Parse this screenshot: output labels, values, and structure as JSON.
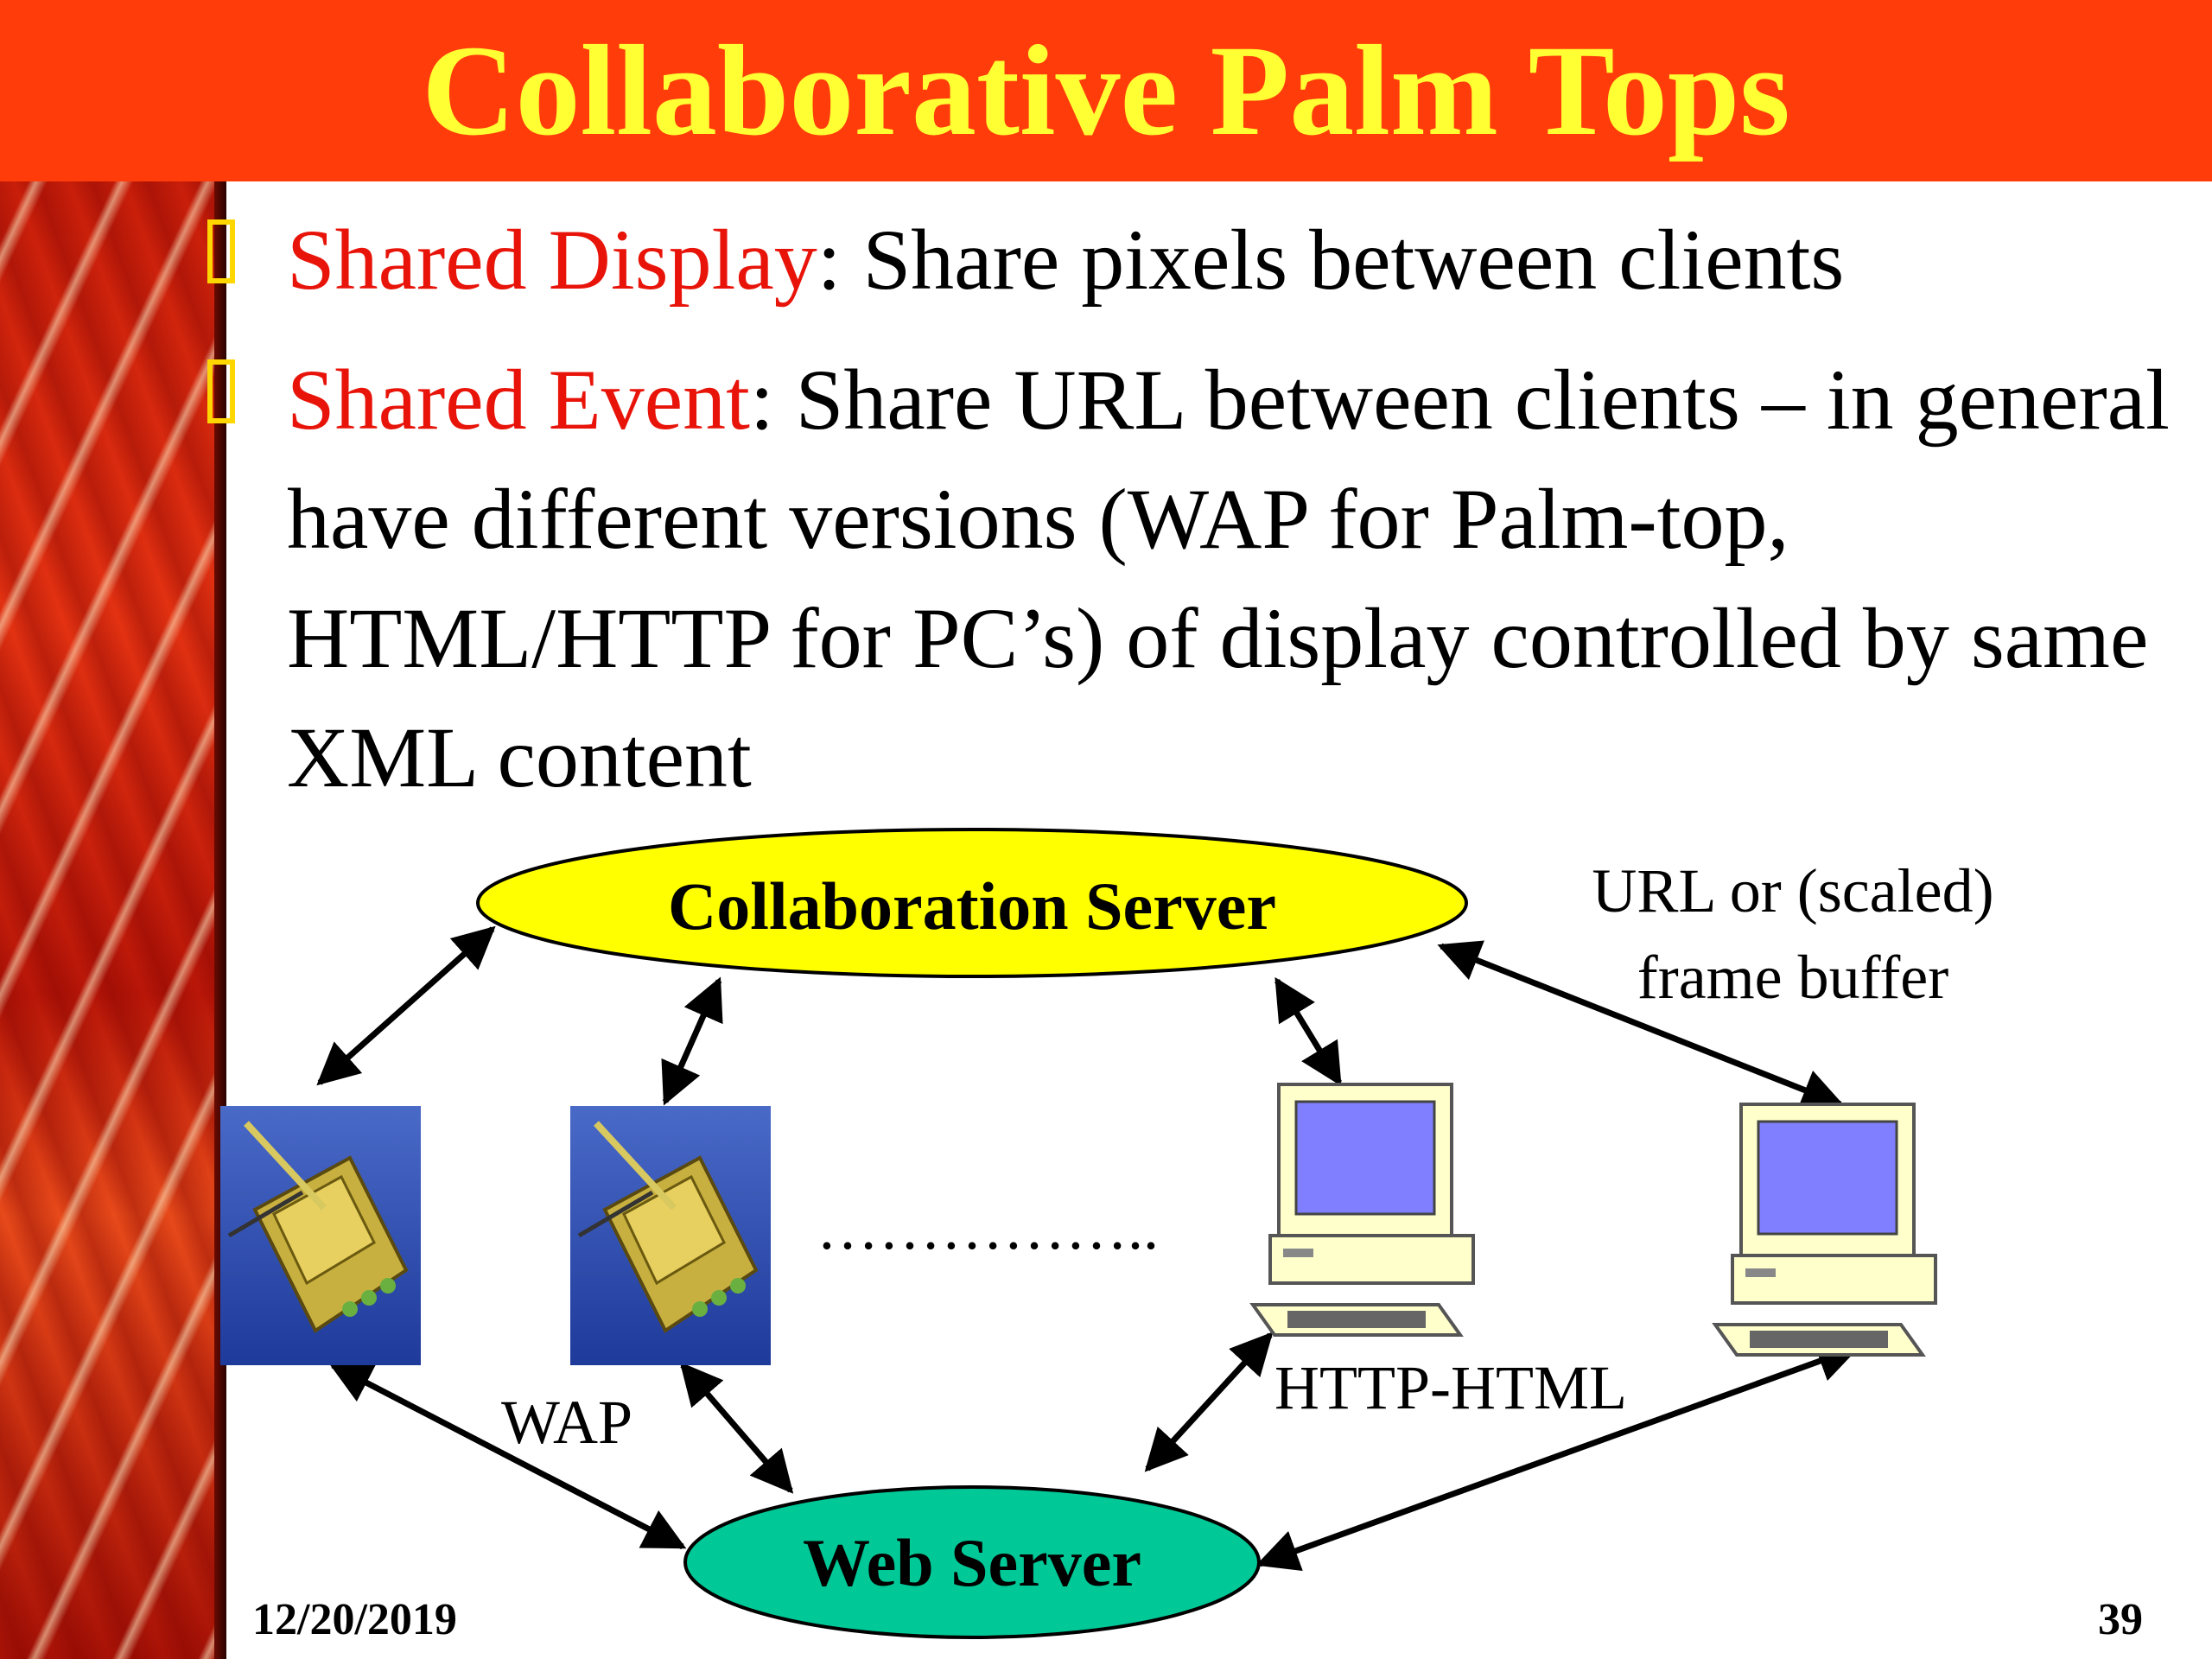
{
  "slide": {
    "title": "Collaborative Palm Tops",
    "bullets": [
      {
        "term": "Shared Display",
        "text": ": Share pixels between clients"
      },
      {
        "term": "Shared Event",
        "text": ": Share URL between clients – in general have different versions (WAP for Palm-top, HTML/HTTP for PC’s) of display controlled by same XML content"
      }
    ],
    "date": "12/20/2019",
    "page_number": "39"
  },
  "diagram": {
    "collab_server": "Collaboration Server",
    "web_server": "Web Server",
    "label_url": "URL or (scaled)",
    "label_frame": "frame buffer",
    "label_wap": "WAP",
    "label_http": "HTTP-HTML",
    "ellipsis": "……………..",
    "colors": {
      "collab_fill": "#ffff00",
      "web_fill": "#00c896",
      "title_bar": "#ff3c0a",
      "title_text": "#ffff33",
      "term_text": "#e8140a",
      "screen": "#7f7fff"
    },
    "icons": [
      "palmtop-icon",
      "palmtop-icon",
      "computer-icon",
      "computer-icon"
    ]
  }
}
